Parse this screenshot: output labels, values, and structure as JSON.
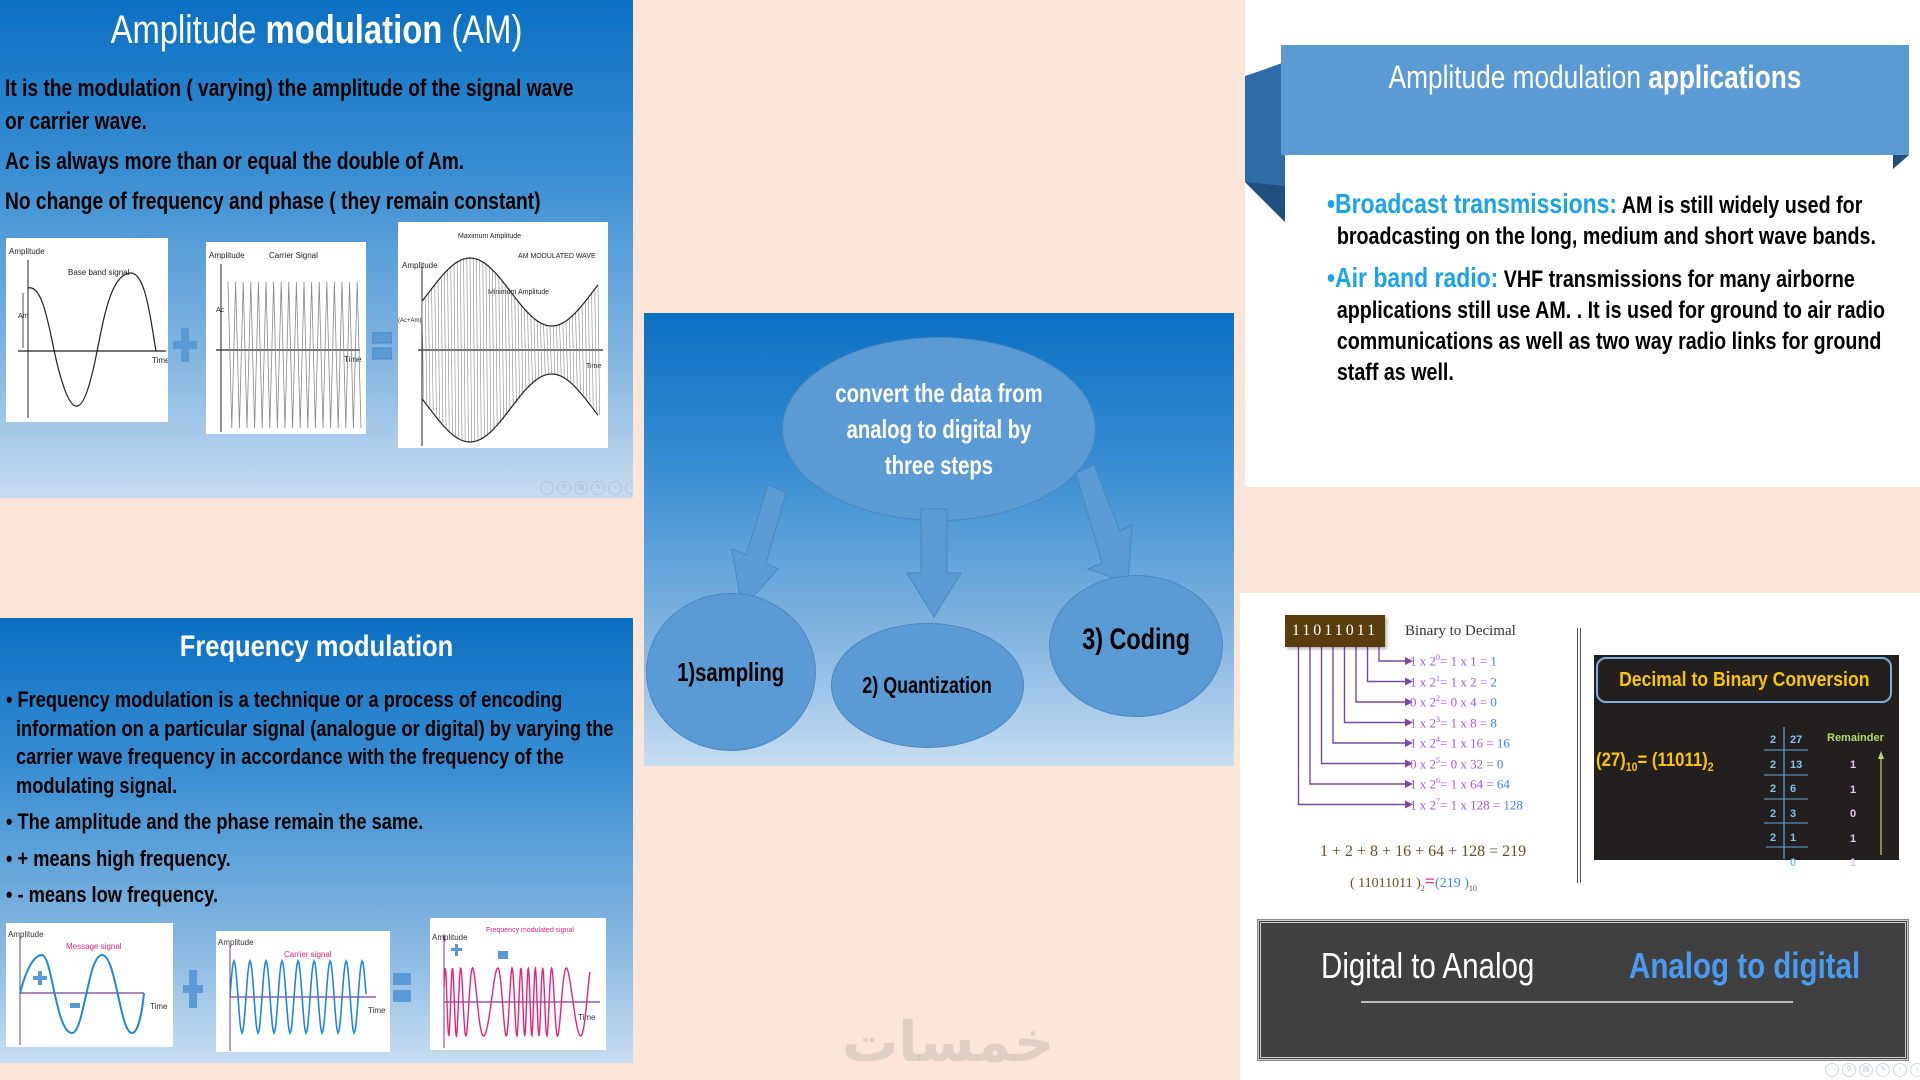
{
  "am_slide": {
    "title_light_1": "Amplitude ",
    "title_bold": "modulation",
    "title_light_2": " (AM)",
    "lines": [
      "It is the modulation ( varying)  the amplitude of the signal wave or carrier wave.",
      "Ac is always more than or equal  the double of Am.",
      "No change of frequency and phase ( they remain constant)"
    ],
    "figures": {
      "baseband": {
        "y_label": "Amplitude",
        "title": "Base band signal",
        "x_label": "Time",
        "amp_label": "Am"
      },
      "carrier": {
        "y_label": "Amplitude",
        "title": "Carrier Signal",
        "x_label": "Time",
        "amp_label": "Ac"
      },
      "modulated": {
        "y_label": "Amplitude",
        "title": "AM MODULATED WAVE",
        "x_label": "Time",
        "max_label": "Maximum Amplitude",
        "min_label": "Minimum Amplitude",
        "amp_label": "(Ac+Am)"
      }
    },
    "plus_symbol": "plus-icon",
    "equals_symbol": "equals-icon"
  },
  "fm_slide": {
    "title": "Frequency modulation",
    "bullets": [
      "Frequency modulation is a technique or a process of encoding information on a particular signal (analogue or digital) by varying the carrier wave frequency in accordance with the frequency of the modulating signal.",
      "The amplitude and the phase remain the same.",
      "+ means high frequency.",
      "- means low frequency."
    ],
    "figures": {
      "message": {
        "y_label": "Amplitude",
        "title": "Message signal",
        "x_label": "Time"
      },
      "carrier": {
        "y_label": "Amplitude",
        "title": "Carrier signal",
        "x_label": "Time"
      },
      "modulated": {
        "y_label": "Amplitude",
        "title": "Frequency modulated signal",
        "x_label": "Time"
      }
    }
  },
  "steps_slide": {
    "center": "convert the data from analog to digital  by three steps",
    "steps": [
      "1)sampling",
      "2) Quantization",
      "3) Coding"
    ]
  },
  "apps_slide": {
    "title_light": "Amplitude modulation ",
    "title_bold": "applications",
    "items": [
      {
        "label": "Broadcast transmissions:",
        "text": "  AM is still widely used for broadcasting on the long, medium and short wave bands."
      },
      {
        "label": "Air band radio:",
        "text": "  VHF transmissions for many airborne applications still use AM. . It is used for ground to air radio communications as well as two way radio links for ground staff as well."
      }
    ]
  },
  "conv_slide": {
    "b2d": {
      "bits": "11011011",
      "title": "Binary to Decimal",
      "rows": [
        {
          "expr": "1 x 2",
          "exp": "0",
          "mid": "= 1 x 1 = ",
          "res": "1"
        },
        {
          "expr": "1 x 2",
          "exp": "1",
          "mid": "= 1 x 2 = ",
          "res": "2"
        },
        {
          "expr": "0 x 2",
          "exp": "2",
          "mid": "= 0 x 4 = ",
          "res": "0"
        },
        {
          "expr": "1 x 2",
          "exp": "3",
          "mid": "= 1 x 8 = ",
          "res": "8"
        },
        {
          "expr": "1 x 2",
          "exp": "4",
          "mid": "= 1 x 16 = ",
          "res": "16"
        },
        {
          "expr": "0 x 2",
          "exp": "5",
          "mid": "= 0 x 32 = ",
          "res": "0"
        },
        {
          "expr": "1 x 2",
          "exp": "6",
          "mid": "= 1 x 64 = ",
          "res": "64"
        },
        {
          "expr": "1 x 2",
          "exp": "7",
          "mid": "= 1 x 128 = ",
          "res": "128"
        }
      ],
      "sum": "1 + 2 + 8 + 16 + 64 + 128 = 219",
      "eq_left": "( 11011011  )",
      "eq_left_base": "2",
      "eq_sign": "=",
      "eq_right": "(219 )",
      "eq_right_base": "10"
    },
    "d2b": {
      "title": "Decimal to Binary Conversion",
      "formula_left": "(27)",
      "formula_left_base": "10",
      "formula_mid": "= (11011)",
      "formula_right_base": "2",
      "remainder_label": "Remainder",
      "divisions": [
        {
          "divisor": "2",
          "dividend": "27"
        },
        {
          "divisor": "2",
          "dividend": "13"
        },
        {
          "divisor": "2",
          "dividend": "6"
        },
        {
          "divisor": "2",
          "dividend": "3"
        },
        {
          "divisor": "2",
          "dividend": "1"
        },
        {
          "divisor": "",
          "dividend": "0"
        }
      ],
      "remainders": [
        "1",
        "1",
        "0",
        "1",
        "1"
      ]
    },
    "da_left": "Digital to Analog",
    "da_right": "Analog to digital"
  },
  "slide_controls": [
    "more-icon",
    "zoom-icon",
    "slides-icon",
    "pen-icon",
    "prev-icon",
    "next-icon"
  ],
  "watermark": "خمسات",
  "colors": {
    "background": "#fae5d8",
    "slide_blue": "#5b9bd5",
    "highlight_cyan": "#1aa3e8",
    "yellow": "#f7c600",
    "analog_blue": "#4a9bf0",
    "fm_pink": "#e8237a"
  }
}
